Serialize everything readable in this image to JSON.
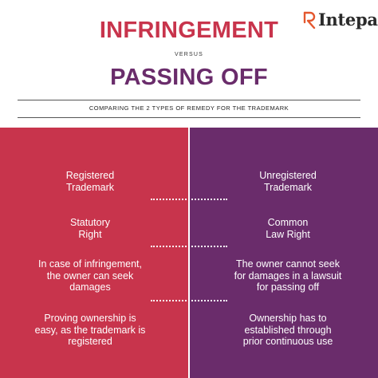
{
  "logo": {
    "text": "Intepat",
    "mark_color": "#e4572e"
  },
  "header": {
    "title_top": "INFRINGEMENT",
    "versus": "VERSUS",
    "title_bottom": "PASSING OFF",
    "subtitle": "COMPARING THE 2 TYPES OF REMEDY FOR THE TRADEMARK"
  },
  "colors": {
    "infringement": "#c8344c",
    "passing_off": "#6a2c6b"
  },
  "comparison": [
    {
      "left": "Registered\nTrademark",
      "right": "Unregistered\nTrademark"
    },
    {
      "left": "Statutory\nRight",
      "right": "Common\nLaw Right"
    },
    {
      "left": "In case of infringement,\nthe owner can seek\ndamages",
      "right": "The owner cannot seek\nfor damages in a lawsuit\nfor passing off"
    },
    {
      "left": "Proving ownership is\neasy, as the trademark is\nregistered",
      "right": "Ownership has to\nestablished through\nprior continuous use"
    }
  ]
}
